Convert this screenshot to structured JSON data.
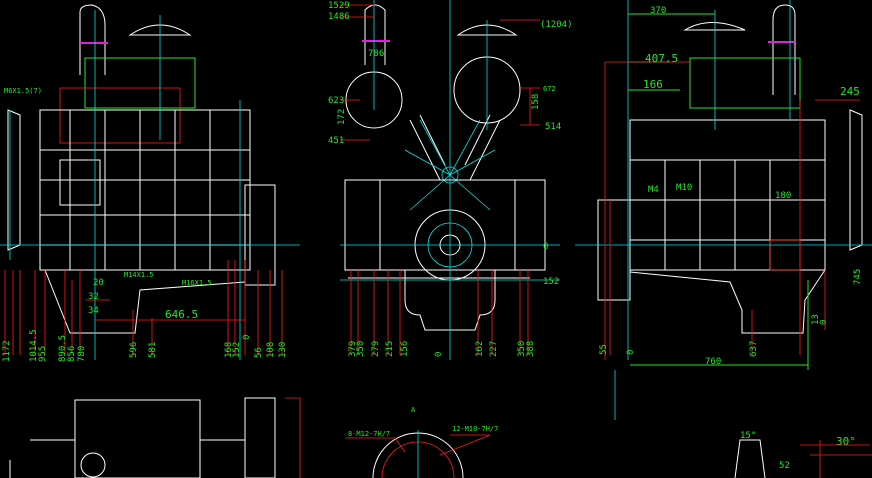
{
  "colors": {
    "background": "#000000",
    "outline": "#ffffff",
    "centerline": "#00e0e0",
    "dimension": "#ff1a1a",
    "text": "#22e822",
    "highlight": "#e020e0"
  },
  "left_view": {
    "labels_top": [
      "M6X1.5(7)"
    ],
    "dims": [
      "20",
      "32",
      "34",
      "646.5",
      "1172",
      "1014.5",
      "955",
      "890.5",
      "856",
      "780",
      "596",
      "581",
      "168",
      "152",
      "0",
      "56",
      "108",
      "130"
    ],
    "notes": [
      "M14X1.5",
      "M16X1.5"
    ]
  },
  "middle_view": {
    "dims_left": [
      "1529",
      "1486",
      "786",
      "623",
      "172",
      "451"
    ],
    "dims_right": [
      "(1204)",
      "672",
      "158",
      "514",
      "0",
      "152"
    ],
    "dims_bottom": [
      "379",
      "350",
      "279",
      "215",
      "156",
      "0",
      "162",
      "227",
      "350",
      "388"
    ]
  },
  "right_view": {
    "dims": [
      "370",
      "407.5",
      "166",
      "245",
      "180",
      "M4",
      "M10",
      "55",
      "0",
      "637",
      "760",
      "13",
      "0",
      "745"
    ]
  },
  "bottom_views": {
    "labels": [
      "A",
      "8-M12-7H/7",
      "12-M10-7H/7",
      "15°",
      "30°",
      "52"
    ]
  }
}
